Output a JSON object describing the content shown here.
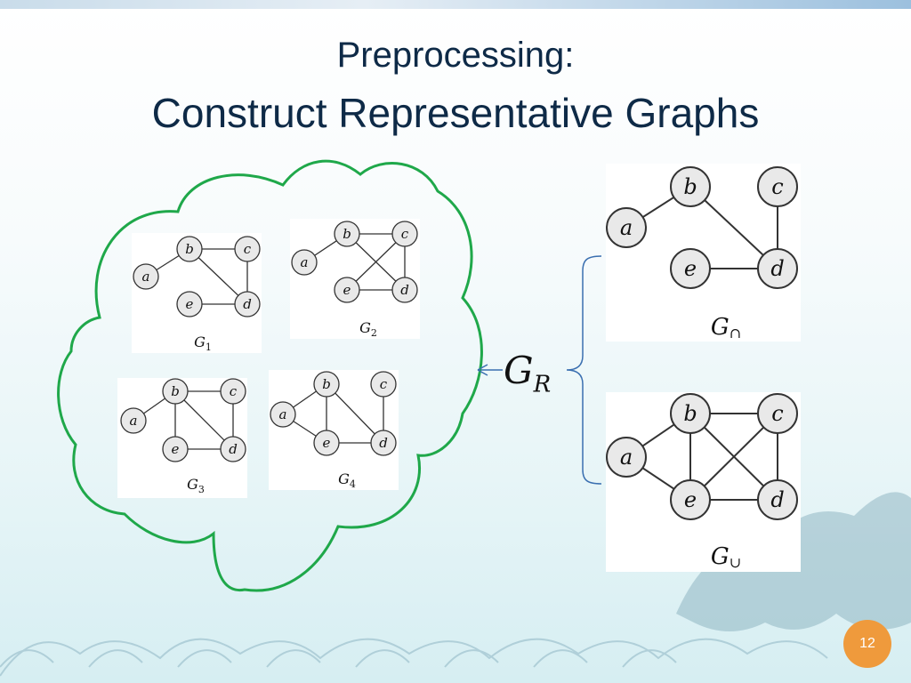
{
  "slide": {
    "title_line1": "Preprocessing:",
    "title_line2": "Construct Representative Graphs",
    "page_number": "12"
  },
  "input_graphs": [
    {
      "label": "G",
      "sub": "1",
      "nodes": [
        "a",
        "b",
        "c",
        "d",
        "e"
      ],
      "edges": [
        [
          "a",
          "b"
        ],
        [
          "b",
          "c"
        ],
        [
          "b",
          "d"
        ],
        [
          "c",
          "d"
        ],
        [
          "e",
          "d"
        ]
      ]
    },
    {
      "label": "G",
      "sub": "2",
      "nodes": [
        "a",
        "b",
        "c",
        "d",
        "e"
      ],
      "edges": [
        [
          "a",
          "b"
        ],
        [
          "b",
          "c"
        ],
        [
          "b",
          "d"
        ],
        [
          "c",
          "d"
        ],
        [
          "c",
          "e"
        ],
        [
          "e",
          "d"
        ]
      ]
    },
    {
      "label": "G",
      "sub": "3",
      "nodes": [
        "a",
        "b",
        "c",
        "d",
        "e"
      ],
      "edges": [
        [
          "a",
          "b"
        ],
        [
          "b",
          "c"
        ],
        [
          "b",
          "d"
        ],
        [
          "b",
          "e"
        ],
        [
          "c",
          "d"
        ],
        [
          "e",
          "d"
        ]
      ]
    },
    {
      "label": "G",
      "sub": "4",
      "nodes": [
        "a",
        "b",
        "c",
        "d",
        "e"
      ],
      "edges": [
        [
          "a",
          "b"
        ],
        [
          "a",
          "e"
        ],
        [
          "b",
          "e"
        ],
        [
          "b",
          "d"
        ],
        [
          "c",
          "d"
        ],
        [
          "e",
          "d"
        ]
      ]
    }
  ],
  "representative": {
    "label": "G",
    "sub": "R",
    "intersection": {
      "label": "G",
      "sub": "∩",
      "nodes": [
        "a",
        "b",
        "c",
        "d",
        "e"
      ],
      "edges": [
        [
          "a",
          "b"
        ],
        [
          "b",
          "d"
        ],
        [
          "c",
          "d"
        ],
        [
          "e",
          "d"
        ]
      ]
    },
    "union": {
      "label": "G",
      "sub": "∪",
      "nodes": [
        "a",
        "b",
        "c",
        "d",
        "e"
      ],
      "edges": [
        [
          "a",
          "b"
        ],
        [
          "a",
          "e"
        ],
        [
          "b",
          "c"
        ],
        [
          "b",
          "d"
        ],
        [
          "b",
          "e"
        ],
        [
          "c",
          "d"
        ],
        [
          "c",
          "e"
        ],
        [
          "e",
          "d"
        ]
      ]
    }
  },
  "colors": {
    "cloud": "#1fa84a",
    "bracket": "#3a6fb0",
    "node_fill": "#e9e9e9",
    "badge": "#ef9a3c",
    "title": "#0e2a47"
  }
}
